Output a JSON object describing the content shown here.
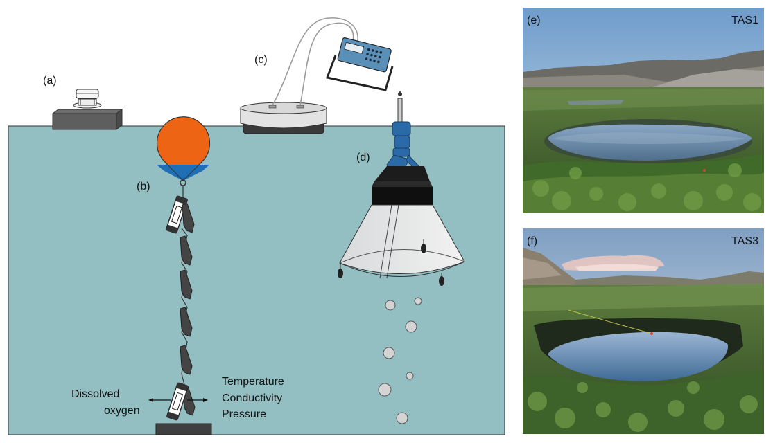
{
  "diagram": {
    "panel_labels": {
      "a": "(a)",
      "b": "(b)",
      "c": "(c)",
      "d": "(d)",
      "e": "(e)",
      "f": "(f)"
    },
    "sensor_labels": {
      "left_line1": "Dissolved",
      "left_line2": "oxygen",
      "right_line1": "Temperature",
      "right_line2": "Conductivity",
      "right_line3": "Pressure"
    },
    "photos": {
      "top_site": "TAS1",
      "bottom_site": "TAS3"
    },
    "colors": {
      "water": "#93bfc3",
      "buoy_orange": "#ec6414",
      "buoy_blue": "#1e6fb5",
      "logger_dark": "#444444",
      "chamber_blue": "#2a6aa8"
    }
  }
}
